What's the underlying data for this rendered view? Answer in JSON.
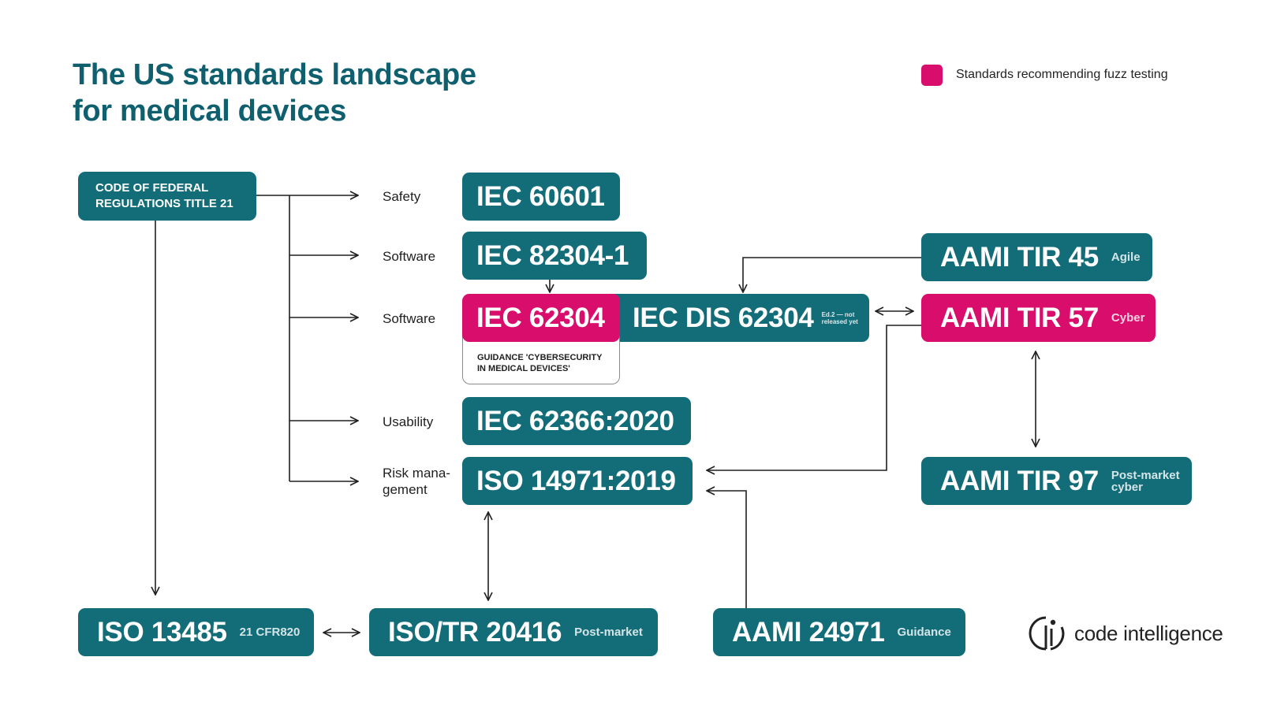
{
  "title": {
    "line1": "The US standards landscape",
    "line2": "for medical devices"
  },
  "legend": {
    "label": "Standards recommending fuzz testing",
    "color": "#d80d6c"
  },
  "colors": {
    "primary": "#126d78",
    "highlight": "#d80d6c",
    "title": "#0f5f6e"
  },
  "nodes": {
    "cfr": {
      "line1": "CODE OF FEDERAL",
      "line2": "REGULATIONS TITLE 21"
    },
    "iec60601": {
      "label": "IEC 60601"
    },
    "iec82304": {
      "label": "IEC 82304-1"
    },
    "iec62304": {
      "label": "IEC 62304"
    },
    "iecdis62304": {
      "label": "IEC DIS 62304",
      "note": "Ed.2 — not released yet"
    },
    "guidance": {
      "line1": "GUIDANCE 'CYBERSECURITY",
      "line2": "IN MEDICAL DEVICES'"
    },
    "iec62366": {
      "label": "IEC 62366:2020"
    },
    "iso14971": {
      "label": "ISO 14971:2019"
    },
    "aamitir45": {
      "label": "AAMI TIR 45",
      "tag": "Agile"
    },
    "aamitir57": {
      "label": "AAMI TIR 57",
      "tag": "Cyber"
    },
    "aamitir97": {
      "label": "AAMI TIR 97",
      "tag_line1": "Post-market",
      "tag_line2": "cyber"
    },
    "iso13485": {
      "label": "ISO 13485",
      "tag": "21 CFR820"
    },
    "isotr20416": {
      "label": "ISO/TR 20416",
      "tag": "Post-market"
    },
    "aami24971": {
      "label": "AAMI 24971",
      "tag": "Guidance"
    }
  },
  "categories": {
    "safety": "Safety",
    "software1": "Software",
    "software2": "Software",
    "usability": "Usability",
    "risk_line1": "Risk mana-",
    "risk_line2": "gement"
  },
  "logo": {
    "text": "code intelligence",
    "icon": "code-intelligence-logo-icon"
  }
}
